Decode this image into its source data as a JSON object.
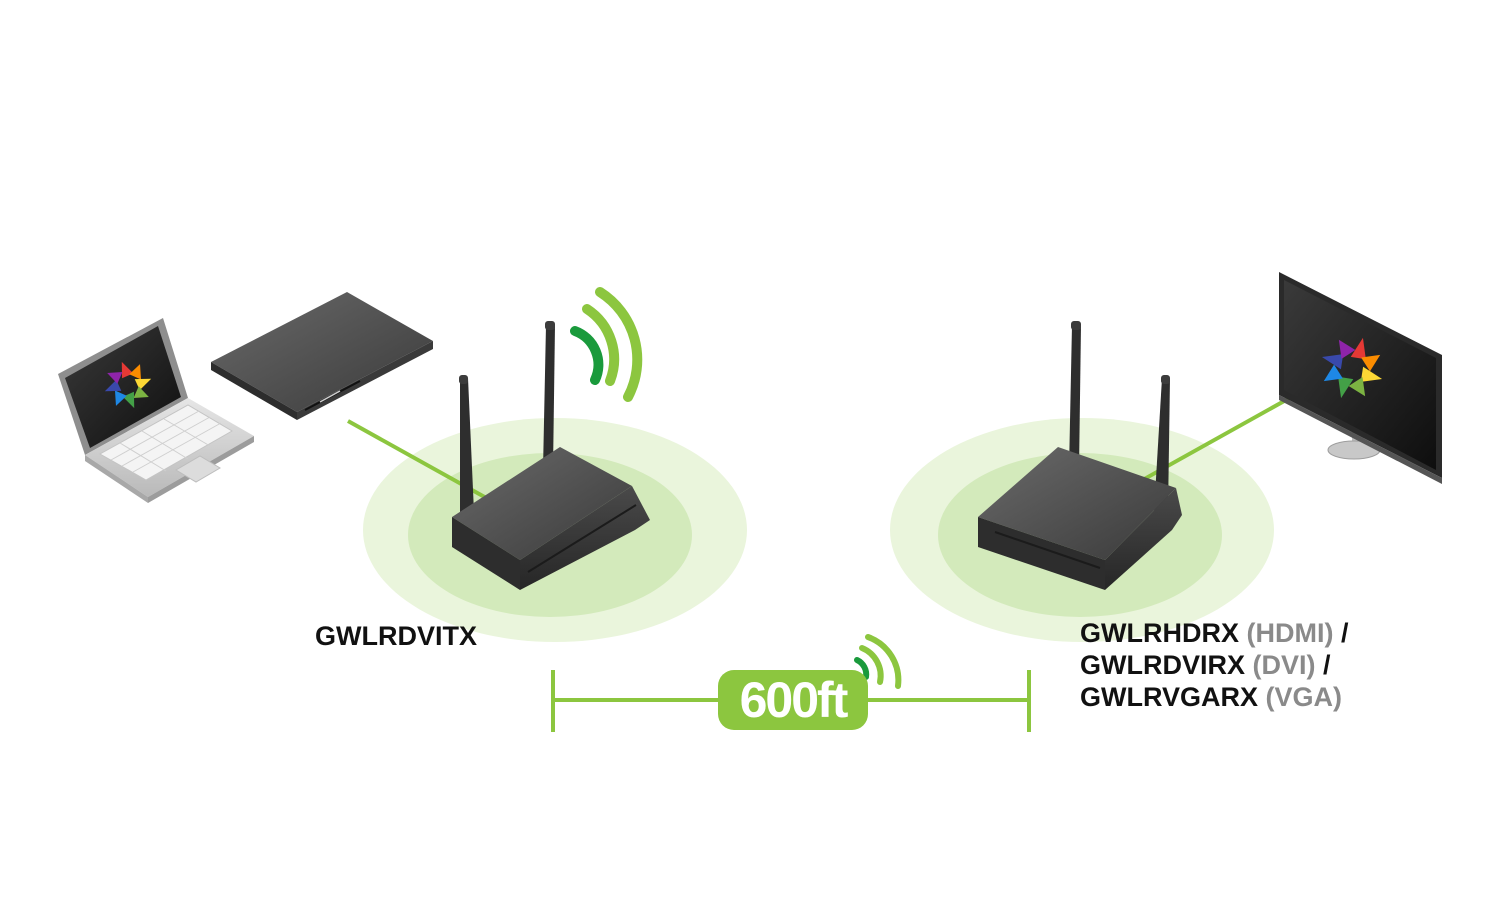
{
  "transmitter": {
    "model": "GWLRDVITX"
  },
  "receivers": [
    {
      "model": "GWLRHDRX",
      "interface": "(HDMI)",
      "separator": " /"
    },
    {
      "model": "GWLRDVIRX",
      "interface": "(DVI)",
      "separator": " /"
    },
    {
      "model": "GWLRVGARX",
      "interface": "(VGA)",
      "separator": ""
    }
  ],
  "range": {
    "label": "600ft"
  },
  "colors": {
    "accent_green": "#8cc63f",
    "wifi_dark_green": "#1a9a3c",
    "wifi_light_green": "#8cc63f",
    "halo_outer": "#eaf5dc",
    "halo_inner": "#d3eabb",
    "device_body": "#3d3d3d",
    "text_main": "#111111",
    "text_muted": "#8a8a8a"
  },
  "icons": {
    "source_laptop": "laptop-icon",
    "source_player": "media-player-icon",
    "transmitter": "router-icon",
    "receiver": "router-icon",
    "display": "monitor-icon",
    "signal": "wifi-signal-icon"
  }
}
